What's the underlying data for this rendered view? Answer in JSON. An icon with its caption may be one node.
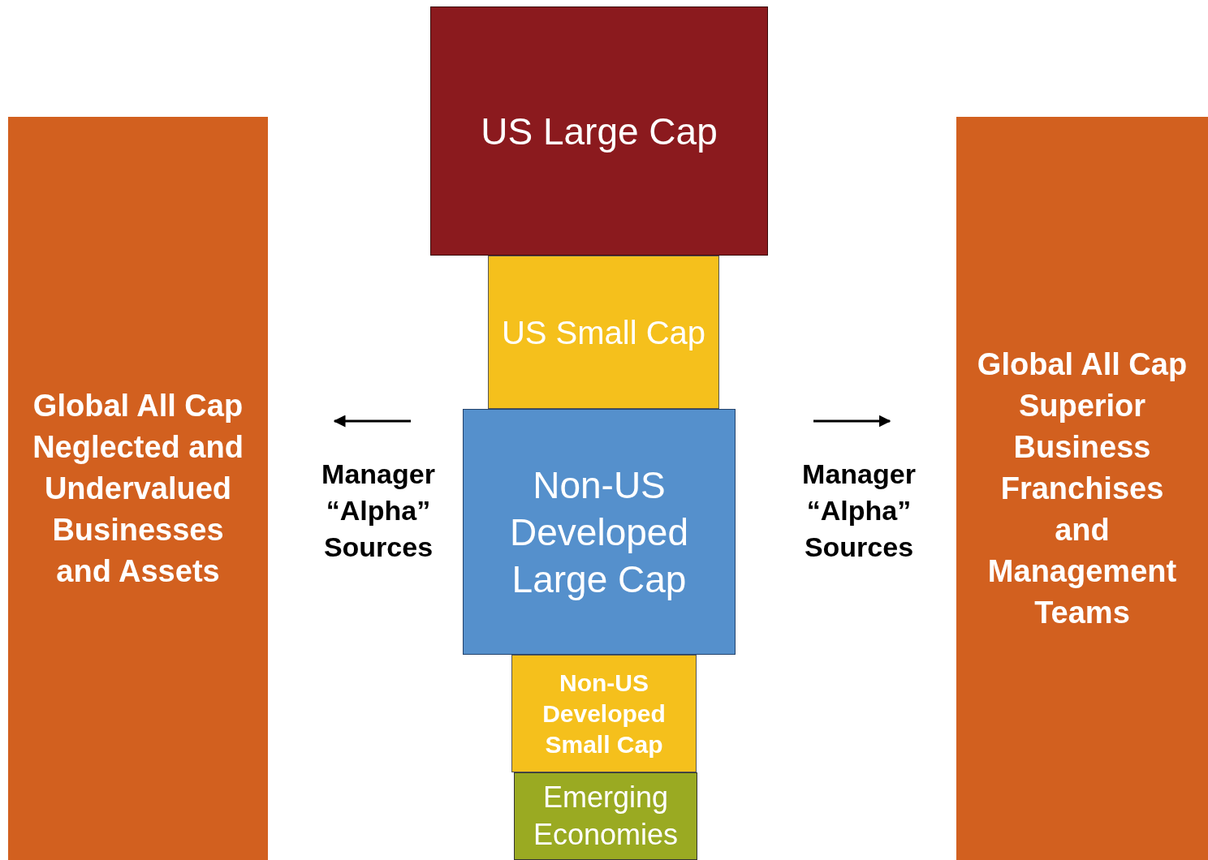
{
  "diagram": {
    "nodes": [
      {
        "text": [
          "Global All Cap Neglected and Undervalued Businesses and Assets"
        ]
      },
      {
        "text": [
          "US Large Cap"
        ]
      },
      {
        "text": [
          "US Small Cap"
        ]
      },
      {
        "text": [
          "Non-US Developed Large Cap"
        ]
      },
      {
        "text": [
          "Non-US Developed Small Cap"
        ]
      },
      {
        "text": [
          "Emerging Economies"
        ]
      },
      {
        "text": [
          "Global All Cap Superior Business Franchises and Management Teams"
        ]
      }
    ],
    "labels": [
      "Manager “Alpha” Sources",
      "Manager “Alpha” Sources"
    ]
  }
}
